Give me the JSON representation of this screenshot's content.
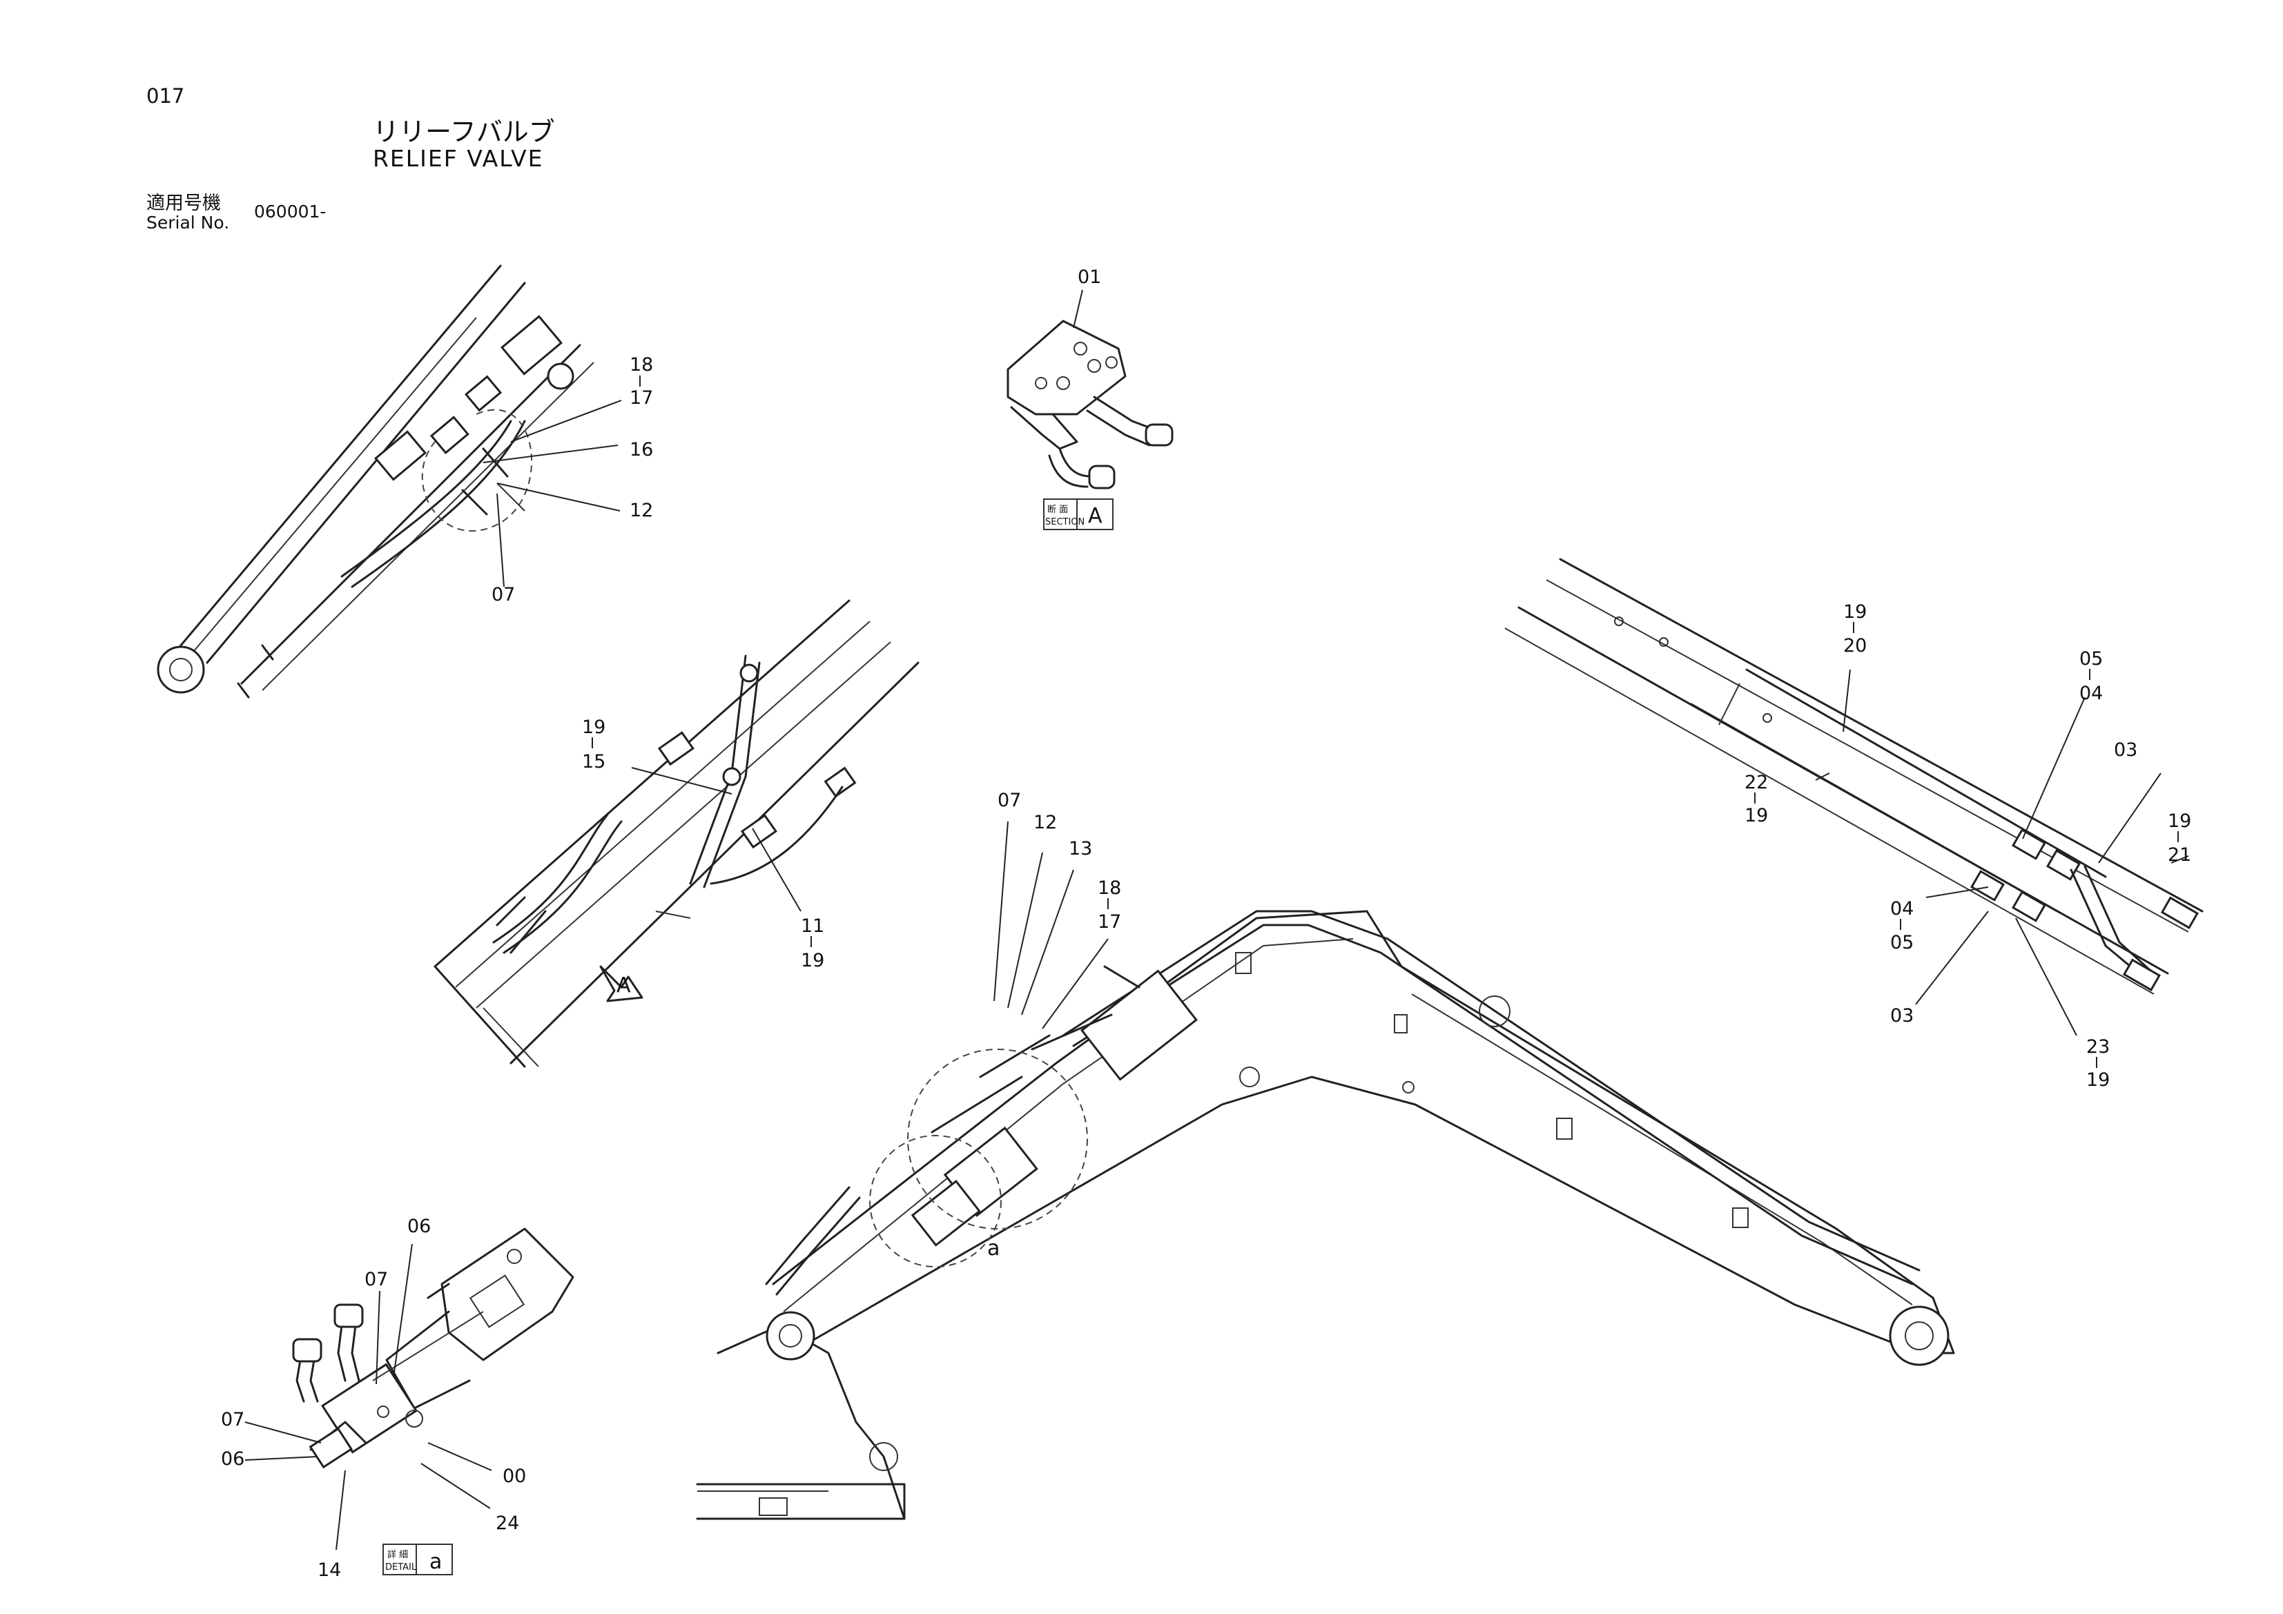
{
  "header": {
    "page_number": "017",
    "title_jp": "リリーフバルブ",
    "title_en": "RELIEF VALVE",
    "serial_label_jp": "適用号機",
    "serial_label_en": "Serial No.",
    "serial_value": "060001-"
  },
  "tags": {
    "section": {
      "jp": "断 面",
      "en": "SECTION",
      "letter": "A"
    },
    "detail": {
      "jp": "詳 細",
      "en": "DETAIL",
      "letter": "a"
    },
    "arrow_view": "A",
    "circle_ref": "a"
  },
  "callouts": [
    "01",
    "18",
    "17",
    "16",
    "12",
    "07",
    "19",
    "15",
    "11",
    "19",
    "07",
    "12",
    "13",
    "18",
    "17",
    "19",
    "20",
    "05",
    "04",
    "03",
    "19",
    "21",
    "22",
    "19",
    "04",
    "05",
    "03",
    "23",
    "19",
    "06",
    "07",
    "07",
    "06",
    "00",
    "24",
    "14"
  ]
}
